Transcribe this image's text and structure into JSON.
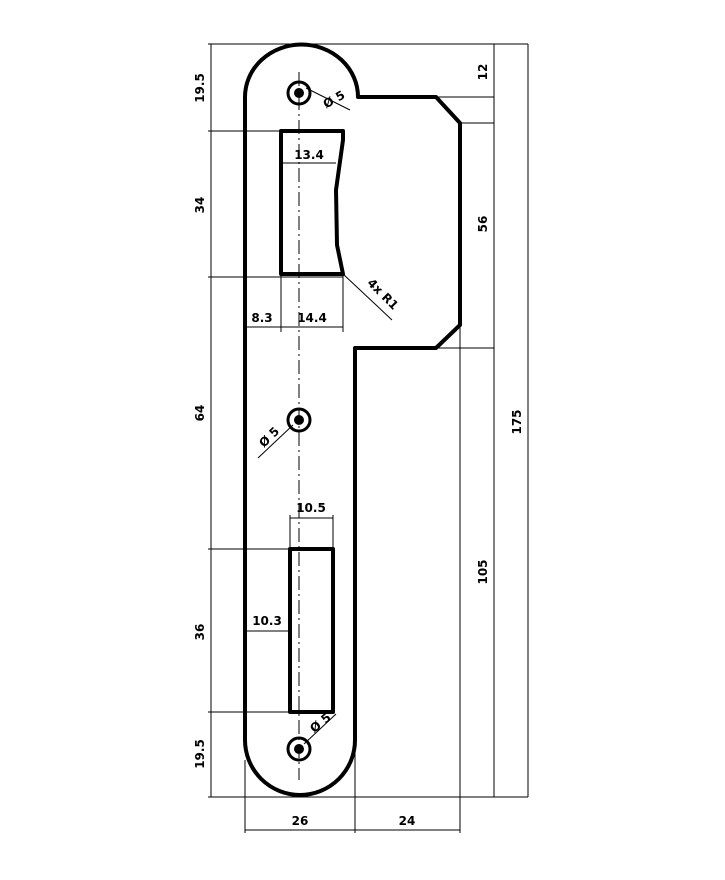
{
  "dimensions": {
    "top_end": "19.5",
    "slot_height": "34",
    "between": "64",
    "lower_slot_height": "36",
    "bottom_end": "19.5",
    "right_top": "12",
    "right_lip": "56",
    "right_rest": "105",
    "total_length": "175",
    "plate_width": "26",
    "lip_width": "24",
    "upper_slot_width": "13.4",
    "upper_slot_bottom_width": "14.4",
    "upper_slot_offset": "8.3",
    "lower_slot_width": "10.5",
    "lower_slot_offset": "10.3",
    "corner_radius": "4x R1",
    "hole_top": "Ø 5",
    "hole_middle": "Ø 5",
    "hole_bottom": "Ø 5"
  },
  "colors": {
    "line": "#000000",
    "background": "#ffffff"
  }
}
